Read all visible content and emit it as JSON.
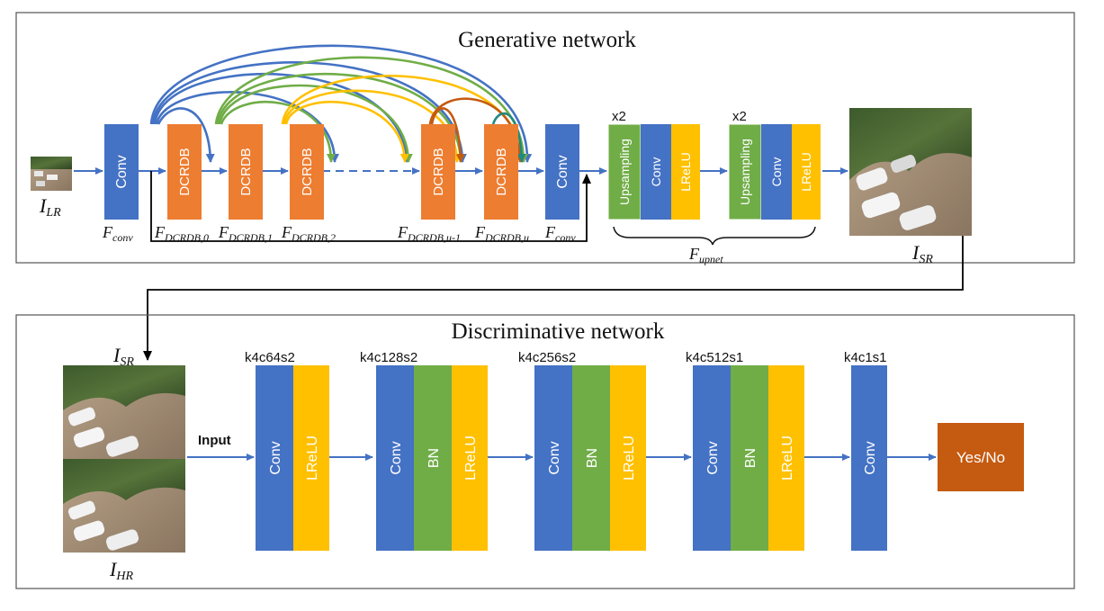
{
  "generator": {
    "title": "Generative network",
    "blocks": {
      "conv": "Conv",
      "dcrdb": "DCRDB",
      "upsampling": "Upsampling",
      "lrelu": "LReLU"
    },
    "repeat_label": "x2",
    "labels": {
      "i_lr": {
        "base": "I",
        "sub": "LR"
      },
      "f_conv_1": {
        "base": "F",
        "sub": "conv"
      },
      "f_dcrdb_0": {
        "base": "F",
        "sub": "DCRDB,0"
      },
      "f_dcrdb_1": {
        "base": "F",
        "sub": "DCRDB,1"
      },
      "f_dcrdb_2": {
        "base": "F",
        "sub": "DCRDB,2"
      },
      "f_dcrdb_u1": {
        "base": "F",
        "sub": "DCRDB,u-1"
      },
      "f_dcrdb_u": {
        "base": "F",
        "sub": "DCRDB,u"
      },
      "f_conv_2": {
        "base": "F",
        "sub": "conv"
      },
      "f_upnet": {
        "base": "F",
        "sub": "upnet"
      },
      "i_sr": {
        "base": "I",
        "sub": "SR"
      }
    }
  },
  "discriminator": {
    "title": "Discriminative network",
    "input_label": "Input",
    "labels": {
      "i_sr": {
        "base": "I",
        "sub": "SR"
      },
      "i_hr": {
        "base": "I",
        "sub": "HR"
      }
    },
    "stages": [
      {
        "name": "k4c64s2",
        "layers": [
          "Conv",
          "LReLU"
        ]
      },
      {
        "name": "k4c128s2",
        "layers": [
          "Conv",
          "BN",
          "LReLU"
        ]
      },
      {
        "name": "k4c256s2",
        "layers": [
          "Conv",
          "BN",
          "LReLU"
        ]
      },
      {
        "name": "k4c512s1",
        "layers": [
          "Conv",
          "BN",
          "LReLU"
        ]
      },
      {
        "name": "k4c1s1",
        "layers": [
          "Conv"
        ]
      }
    ],
    "output_label": "Yes/No"
  },
  "colors": {
    "conv": "#4472c4",
    "dcrdb": "#ed7d31",
    "upsampling": "#70ad47",
    "lrelu": "#ffc000",
    "bn": "#70ad47",
    "output": "#c55a11",
    "arrow": "#4472c4"
  }
}
